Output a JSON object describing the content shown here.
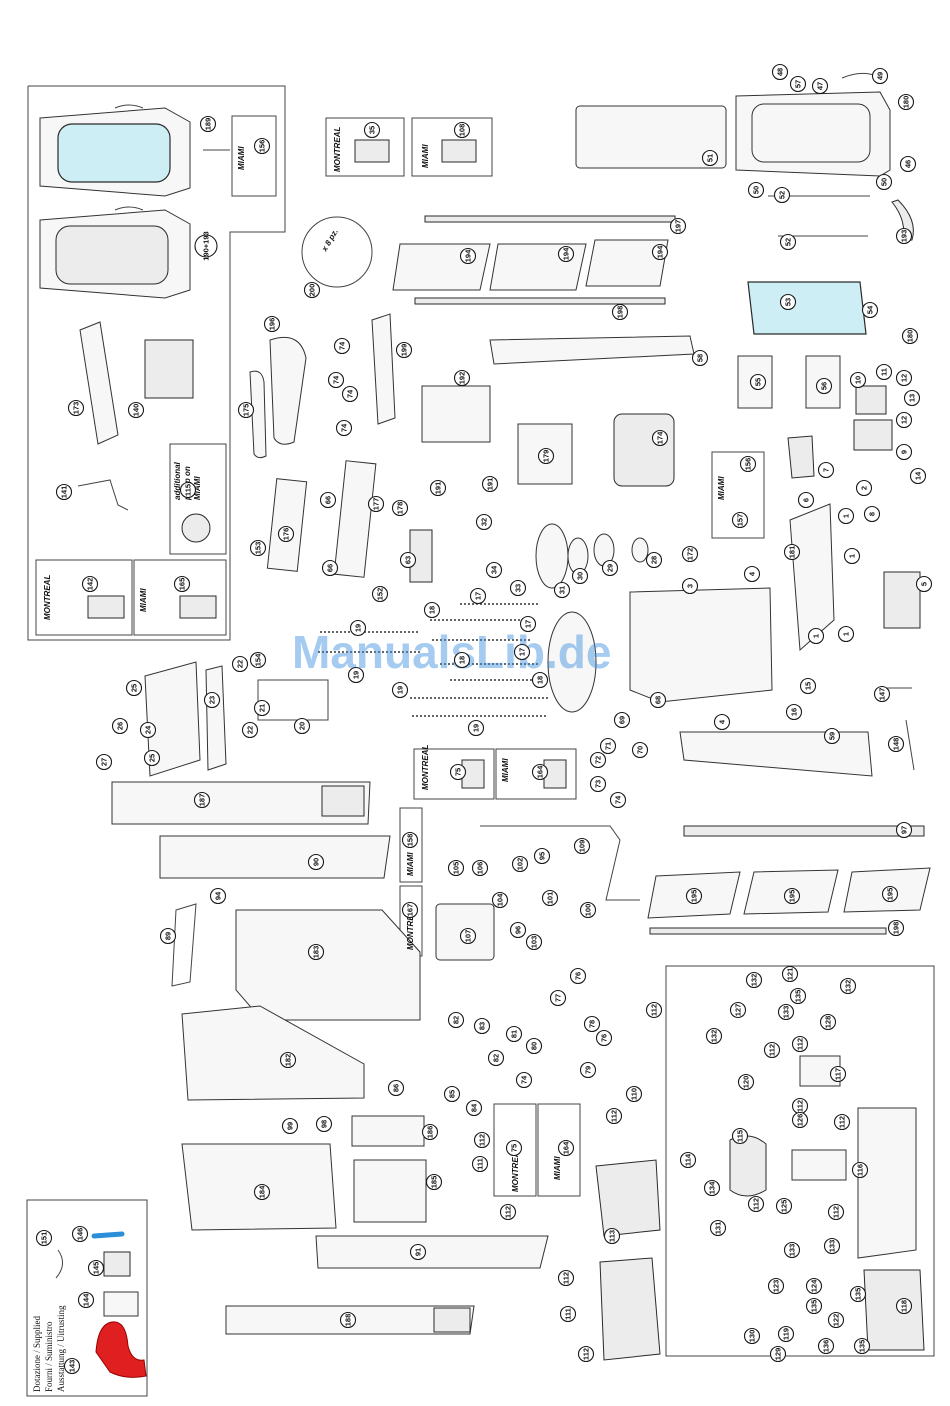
{
  "watermark": "ManualsLib.de",
  "variant_labels": {
    "montreal": "MONTREAL",
    "miami": "MIAMI",
    "additional_pump": [
      "additional",
      "pump on",
      "MIAMI"
    ]
  },
  "screw_kit_label": "x 8 pz.",
  "supplied_box": {
    "lines": [
      "Dotazione / Supplied",
      "Fourni / Suministro",
      "Ausstattung / Uitrusting"
    ]
  },
  "callouts": [
    "1",
    "2",
    "3",
    "4",
    "5",
    "6",
    "7",
    "8",
    "9",
    "10",
    "11",
    "12",
    "13",
    "14",
    "15",
    "16",
    "17",
    "18",
    "19",
    "20",
    "21",
    "22",
    "23",
    "24",
    "25",
    "26",
    "27",
    "28",
    "29",
    "30",
    "31",
    "32",
    "33",
    "34",
    "35",
    "46",
    "47",
    "48",
    "49",
    "50",
    "51",
    "52",
    "53",
    "54",
    "55",
    "56",
    "57",
    "58",
    "59",
    "63",
    "66",
    "68",
    "69",
    "70",
    "71",
    "72",
    "73",
    "74",
    "75",
    "76",
    "77",
    "78",
    "79",
    "80",
    "81",
    "82",
    "83",
    "84",
    "85",
    "86",
    "89",
    "90",
    "91",
    "94",
    "95",
    "96",
    "97",
    "98",
    "99",
    "100",
    "101",
    "102",
    "103",
    "104",
    "105",
    "106",
    "107",
    "108",
    "109",
    "110",
    "111",
    "112",
    "113",
    "114",
    "115",
    "116",
    "117",
    "118",
    "119",
    "120",
    "121",
    "122",
    "123",
    "124",
    "125",
    "126",
    "127",
    "128",
    "129",
    "130",
    "131",
    "132",
    "133",
    "134",
    "135",
    "136",
    "140",
    "141",
    "142",
    "143",
    "144",
    "145",
    "146",
    "147",
    "148",
    "151",
    "152",
    "153",
    "154",
    "156",
    "157",
    "158",
    "164",
    "165",
    "167",
    "172",
    "173",
    "174",
    "175",
    "176",
    "177",
    "178",
    "179",
    "180",
    "181",
    "182",
    "183",
    "184",
    "185",
    "186",
    "187",
    "188",
    "189",
    "190+193",
    "191",
    "192",
    "193",
    "194",
    "195",
    "196",
    "197",
    "198",
    "199",
    "200"
  ],
  "colors": {
    "glass": "#cdeef4",
    "glove": "#e02020",
    "brush_handle": "#2a8fd8",
    "watermark": "#3b8ede"
  }
}
